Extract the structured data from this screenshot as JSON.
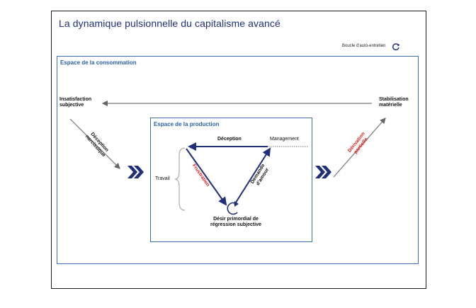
{
  "title": "La dynamique pulsionnelle du capitalisme avancé",
  "legend": {
    "label": "Boucle d'auto-entretien",
    "icon": "loop-arrow-icon"
  },
  "outer_box": {
    "label": "Espace de la consommation"
  },
  "inner_box": {
    "label": "Espace de la production"
  },
  "nodes": {
    "insatisfaction_l1": "Insatisfaction",
    "insatisfaction_l2": "subjective",
    "stabilisation_l1": "Stabilisation",
    "stabilisation_l2": "matérielle",
    "desir_l1": "Désir primordial de",
    "desir_l2": "régression subjective",
    "travail": "Travail",
    "management": "Management"
  },
  "edges": {
    "deception": "Déception",
    "deception_narcissique_l1": "Déception",
    "deception_narcissique_l2": "narcissique",
    "derivation_partielle_l1": "Dérivation",
    "derivation_partielle_l2": "partielle",
    "frustration": "Frustration",
    "demande_amour_l1": "Demande",
    "demande_amour_l2": "d'amour"
  },
  "colors": {
    "title": "#1f2f78",
    "box_border": "#3b6db2",
    "box_label": "#2a5fa8",
    "triangle": "#1f2f78",
    "red_label": "#e0201b",
    "chevron": "#1f2f78"
  }
}
